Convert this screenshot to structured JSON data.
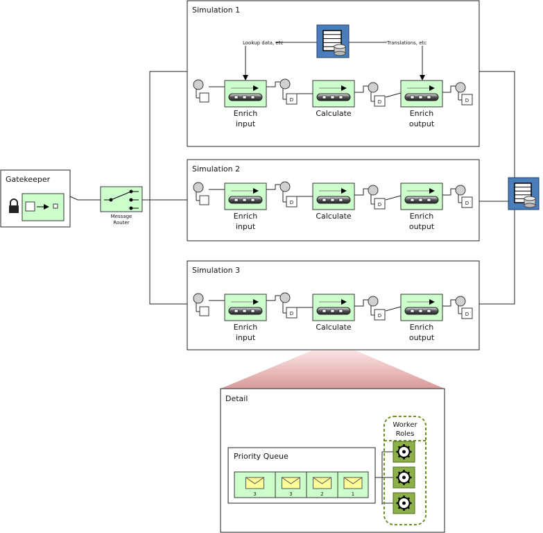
{
  "gatekeeper": {
    "title": "Gatekeeper"
  },
  "router": {
    "line1": "Message",
    "line2": "Router"
  },
  "simulations": [
    {
      "title": "Simulation 1",
      "steps": [
        [
          "Enrich",
          "input"
        ],
        [
          "Calculate",
          ""
        ],
        [
          "Enrich",
          "output"
        ]
      ],
      "marker": "D"
    },
    {
      "title": "Simulation 2",
      "steps": [
        [
          "Enrich",
          "input"
        ],
        [
          "Calculate",
          ""
        ],
        [
          "Enrich",
          "output"
        ]
      ],
      "marker": "D"
    },
    {
      "title": "Simulation 3",
      "steps": [
        [
          "Enrich",
          "input"
        ],
        [
          "Calculate",
          ""
        ],
        [
          "Enrich",
          "output"
        ]
      ],
      "marker": "D"
    }
  ],
  "lookup_label": "Lookup data, etc",
  "translations_label": "Translations, etc",
  "detail": {
    "title": "Detail",
    "queue_title": "Priority Queue",
    "priorities": [
      "3",
      "3",
      "2",
      "1"
    ],
    "worker_label_1": "Worker",
    "worker_label_2": "Roles"
  },
  "colors": {
    "filter_fill": "#ccffcc",
    "db_blue": "#4a7ebb",
    "worker_green": "#8db04a",
    "envelope": "#ffff99"
  }
}
